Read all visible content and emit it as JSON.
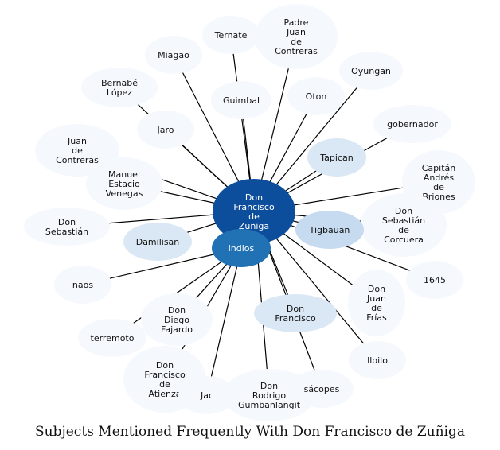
{
  "chart_data": {
    "type": "network",
    "title": "Subjects Mentioned Frequently With Don Francisco de Zuñiga",
    "center": {
      "id": "center",
      "lines": [
        "Don",
        "Francisco",
        "de",
        "Zuñiga"
      ],
      "color": "#0d4e9c"
    },
    "nodes": [
      {
        "id": "pedro",
        "lines": [
          "Padre",
          "Juan",
          "de",
          "Contreras"
        ],
        "color": "#f5f9fe"
      },
      {
        "id": "ternate",
        "lines": [
          "Ternate"
        ],
        "color": "#f5f9fe"
      },
      {
        "id": "miagao",
        "lines": [
          "Miagao"
        ],
        "color": "#f5f9fe"
      },
      {
        "id": "oyungan",
        "lines": [
          "Oyungan"
        ],
        "color": "#f5f9fe"
      },
      {
        "id": "bernabe",
        "lines": [
          "Bernabé",
          "López"
        ],
        "color": "#f5f9fe"
      },
      {
        "id": "oton",
        "lines": [
          "Oton"
        ],
        "color": "#f5f9fe"
      },
      {
        "id": "guimbal",
        "lines": [
          "Guimbal"
        ],
        "color": "#f5f9fe"
      },
      {
        "id": "gobernador",
        "lines": [
          "gobernador"
        ],
        "color": "#f5f9fe"
      },
      {
        "id": "jaro",
        "lines": [
          "Jaro"
        ],
        "color": "#f5f9fe"
      },
      {
        "id": "tapican",
        "lines": [
          "Tapican"
        ],
        "color": "#dae8f5"
      },
      {
        "id": "juan_c",
        "lines": [
          "Juan",
          "de",
          "Contreras"
        ],
        "color": "#f5f9fe"
      },
      {
        "id": "capitan",
        "lines": [
          "Capitán",
          "Andrés",
          "de",
          "Briones"
        ],
        "color": "#f5f9fe"
      },
      {
        "id": "manuel",
        "lines": [
          "Manuel",
          "Estacio",
          "Venegas"
        ],
        "color": "#f5f9fe"
      },
      {
        "id": "sebastian_c",
        "lines": [
          "Don",
          "Sebastián",
          "de",
          "Corcuera"
        ],
        "color": "#f5f9fe"
      },
      {
        "id": "don_sebastian",
        "lines": [
          "Don",
          "Sebastián"
        ],
        "color": "#f5f9fe"
      },
      {
        "id": "tigbauan",
        "lines": [
          "Tigbauan"
        ],
        "color": "#c6dbef"
      },
      {
        "id": "damilisan",
        "lines": [
          "Damilisan"
        ],
        "color": "#dae8f5"
      },
      {
        "id": "indios",
        "lines": [
          "indios"
        ],
        "color": "#2171b5"
      },
      {
        "id": "n1645",
        "lines": [
          "1645"
        ],
        "color": "#f5f9fe"
      },
      {
        "id": "naos",
        "lines": [
          "naos"
        ],
        "color": "#f5f9fe"
      },
      {
        "id": "juan_frias",
        "lines": [
          "Don",
          "Juan",
          "de",
          "Frías"
        ],
        "color": "#f5f9fe"
      },
      {
        "id": "diego",
        "lines": [
          "Don",
          "Diego",
          "Fajardo"
        ],
        "color": "#f5f9fe"
      },
      {
        "id": "don_francisco",
        "lines": [
          "Don",
          "Francisco"
        ],
        "color": "#dae8f5"
      },
      {
        "id": "terremoto",
        "lines": [
          "terremoto"
        ],
        "color": "#f5f9fe"
      },
      {
        "id": "iloilo",
        "lines": [
          "Iloilo"
        ],
        "color": "#f5f9fe"
      },
      {
        "id": "atienza",
        "lines": [
          "Don",
          "Francisco",
          "de",
          "Atienza"
        ],
        "color": "#f5f9fe"
      },
      {
        "id": "jac",
        "lines": [
          "Jac"
        ],
        "color": "#f5f9fe"
      },
      {
        "id": "rodrigo",
        "lines": [
          "Don",
          "Rodrigo",
          "Gumbanlangit"
        ],
        "color": "#f5f9fe"
      },
      {
        "id": "sacopes",
        "lines": [
          "sácopes"
        ],
        "color": "#f5f9fe"
      }
    ],
    "edges": [
      [
        "center",
        "pedro"
      ],
      [
        "center",
        "ternate"
      ],
      [
        "center",
        "miagao"
      ],
      [
        "center",
        "oyungan"
      ],
      [
        "center",
        "bernabe"
      ],
      [
        "center",
        "oton"
      ],
      [
        "center",
        "guimbal"
      ],
      [
        "center",
        "gobernador"
      ],
      [
        "center",
        "jaro"
      ],
      [
        "center",
        "tapican"
      ],
      [
        "center",
        "juan_c"
      ],
      [
        "center",
        "capitan"
      ],
      [
        "center",
        "manuel"
      ],
      [
        "center",
        "sebastian_c"
      ],
      [
        "center",
        "don_sebastian"
      ],
      [
        "center",
        "tigbauan"
      ],
      [
        "center",
        "damilisan"
      ],
      [
        "center",
        "indios"
      ],
      [
        "center",
        "n1645"
      ],
      [
        "center",
        "juan_frias"
      ],
      [
        "center",
        "don_francisco"
      ],
      [
        "center",
        "iloilo"
      ],
      [
        "center",
        "sacopes"
      ],
      [
        "center",
        "rodrigo"
      ],
      [
        "indios",
        "naos"
      ],
      [
        "indios",
        "terremoto"
      ],
      [
        "indios",
        "diego"
      ],
      [
        "indios",
        "atienza"
      ],
      [
        "indios",
        "jac"
      ]
    ]
  }
}
